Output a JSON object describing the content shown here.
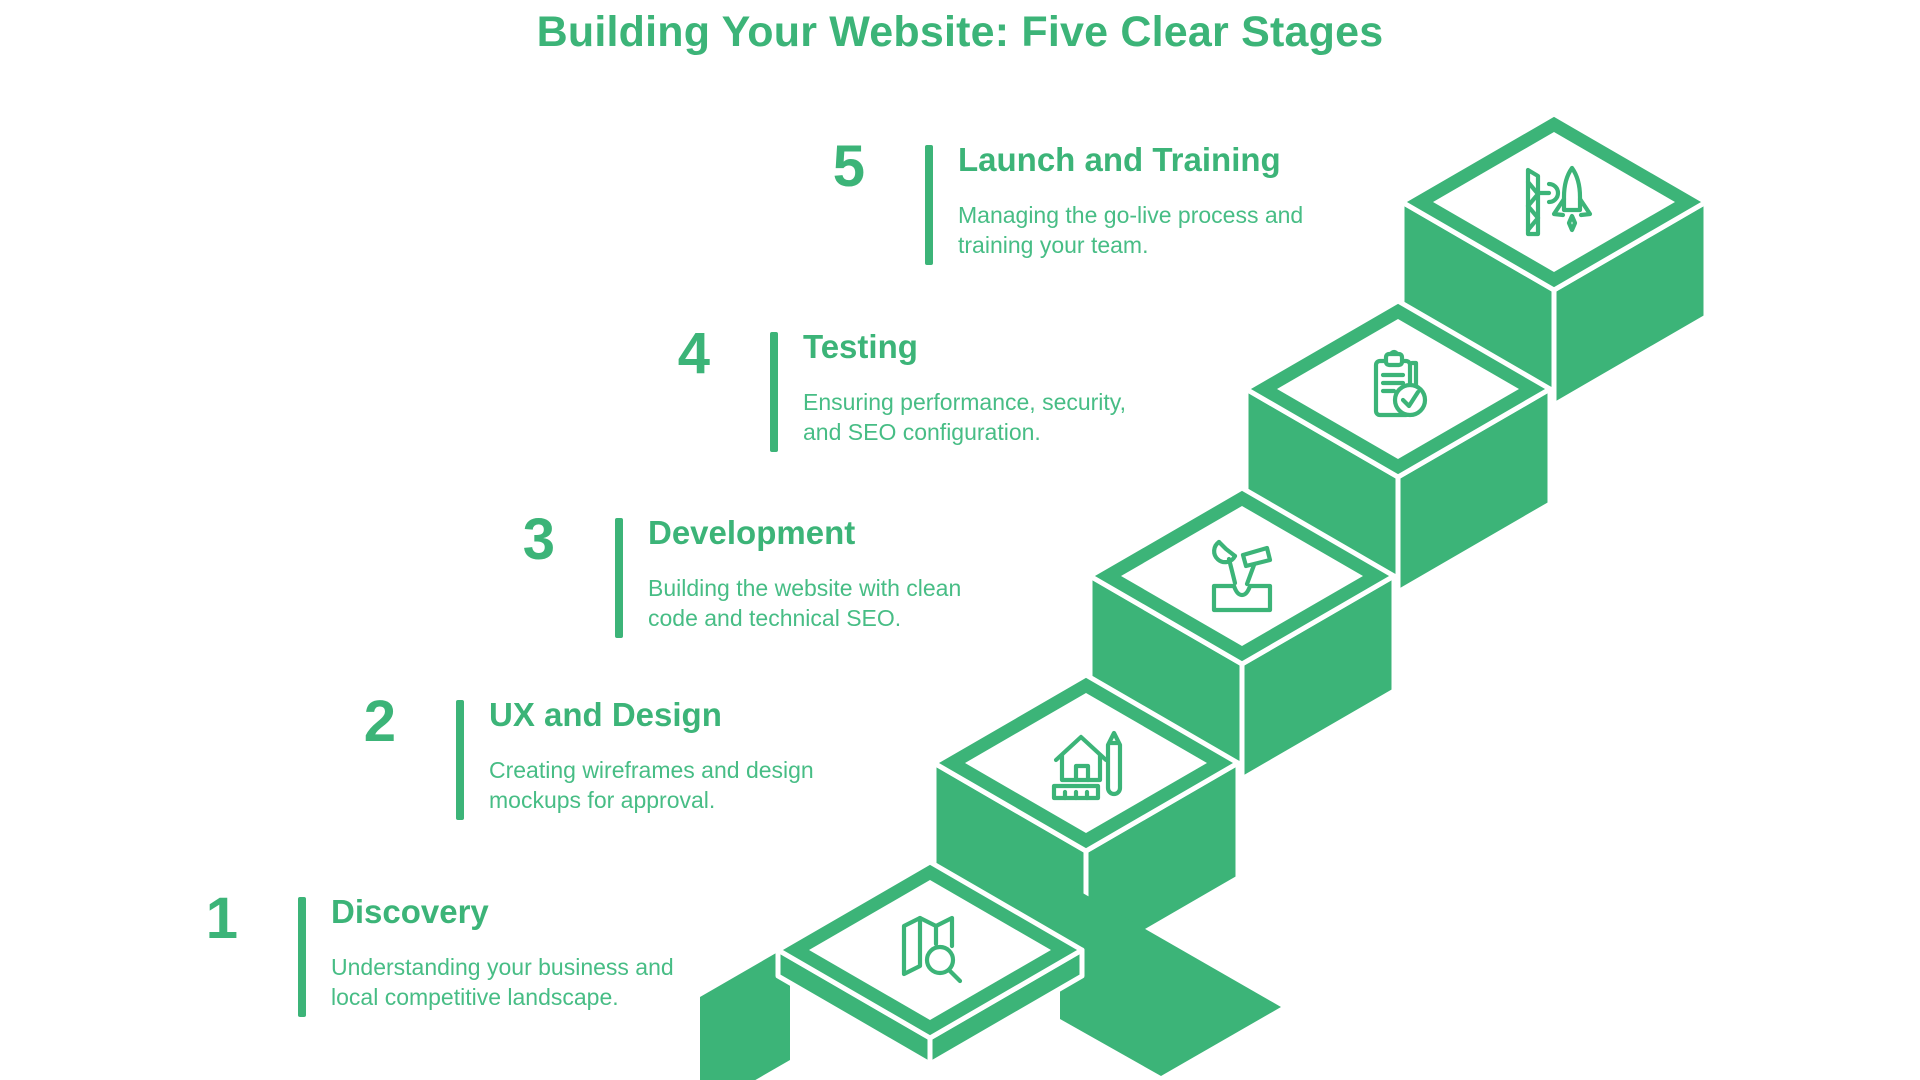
{
  "title": "Building Your Website: Five Clear Stages",
  "colors": {
    "green": "#3CB478",
    "description_green": "#47BD85",
    "background": "#FFFFFF",
    "icon_panel": "#FFFFFF"
  },
  "stages": [
    {
      "number": "1",
      "title": "Discovery",
      "description": "Understanding your business and\nlocal competitive landscape.",
      "icon": "map-search-icon"
    },
    {
      "number": "2",
      "title": "UX and Design",
      "description": "Creating wireframes and design\nmockups for approval.",
      "icon": "house-ruler-pencil-icon"
    },
    {
      "number": "3",
      "title": "Development",
      "description": "Building the website with clean\ncode and technical SEO.",
      "icon": "toolbox-icon"
    },
    {
      "number": "4",
      "title": "Testing",
      "description": "Ensuring performance, security,\nand SEO configuration.",
      "icon": "clipboard-check-icon"
    },
    {
      "number": "5",
      "title": "Launch and Training",
      "description": "Managing the go-live process and\ntraining your team.",
      "icon": "signal-tower-rocket-icon"
    }
  ]
}
